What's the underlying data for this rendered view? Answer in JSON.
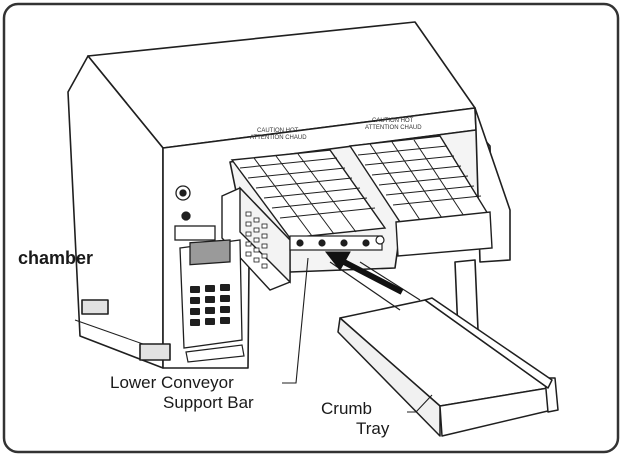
{
  "labels": {
    "chamber": "chamber",
    "lower_conveyor_line1": "Lower Conveyor",
    "lower_conveyor_line2": "Support Bar",
    "crumb_tray_line1": "Crumb",
    "crumb_tray_line2": "Tray"
  },
  "panel_text": {
    "caution_left_1": "CAUTION HOT",
    "caution_left_2": "ATTENTION CHAUD",
    "caution_right_1": "CAUTION HOT",
    "caution_right_2": "ATTENTION CHAUD"
  },
  "colors": {
    "line": "#1f1f1f",
    "shade": "#e2e2e2",
    "display": "#9a9a9a",
    "frame": "#333333"
  }
}
